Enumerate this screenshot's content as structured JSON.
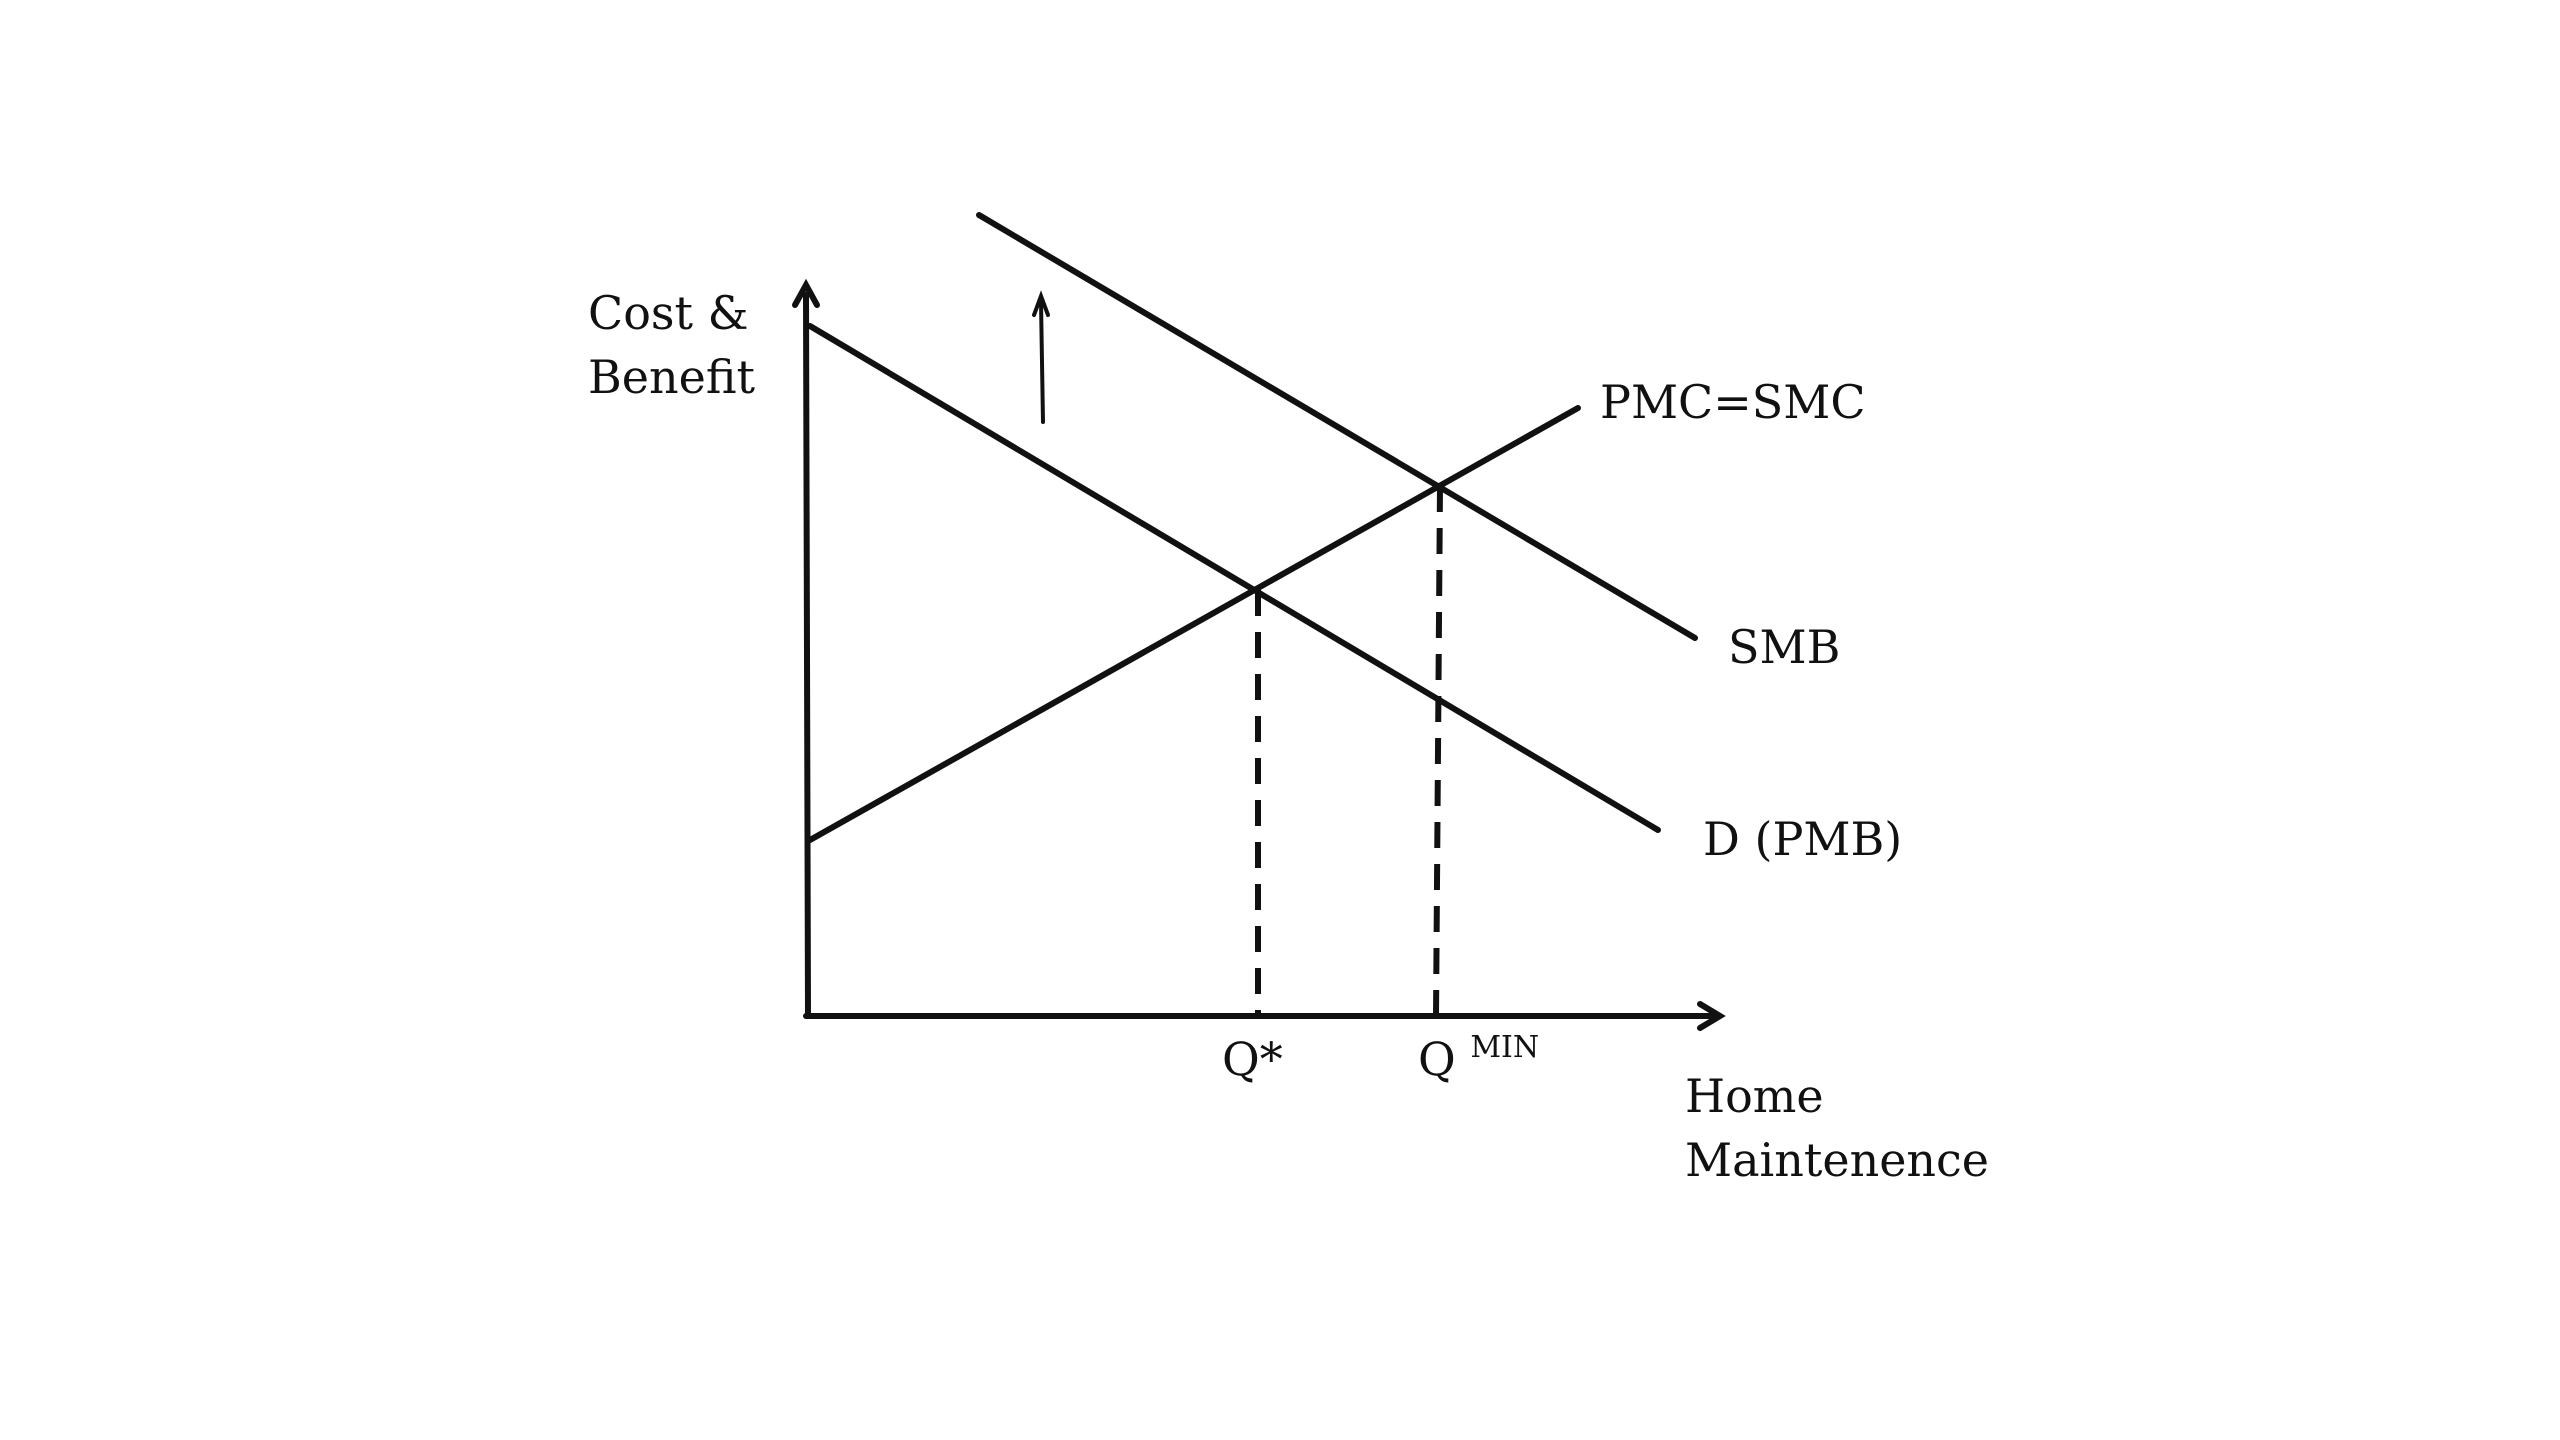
{
  "diagram": {
    "y_axis_label": [
      "Cost &",
      "Benefit"
    ],
    "x_axis_label": [
      "Home",
      "Maintenence"
    ],
    "curves": {
      "supply": "PMC=SMC",
      "social_benefit": "SMB",
      "demand": "D (PMB)"
    },
    "ticks": {
      "q_star": "Q*",
      "q_min_base": "Q",
      "q_min_sup": "MIN"
    },
    "color": "#111111"
  }
}
